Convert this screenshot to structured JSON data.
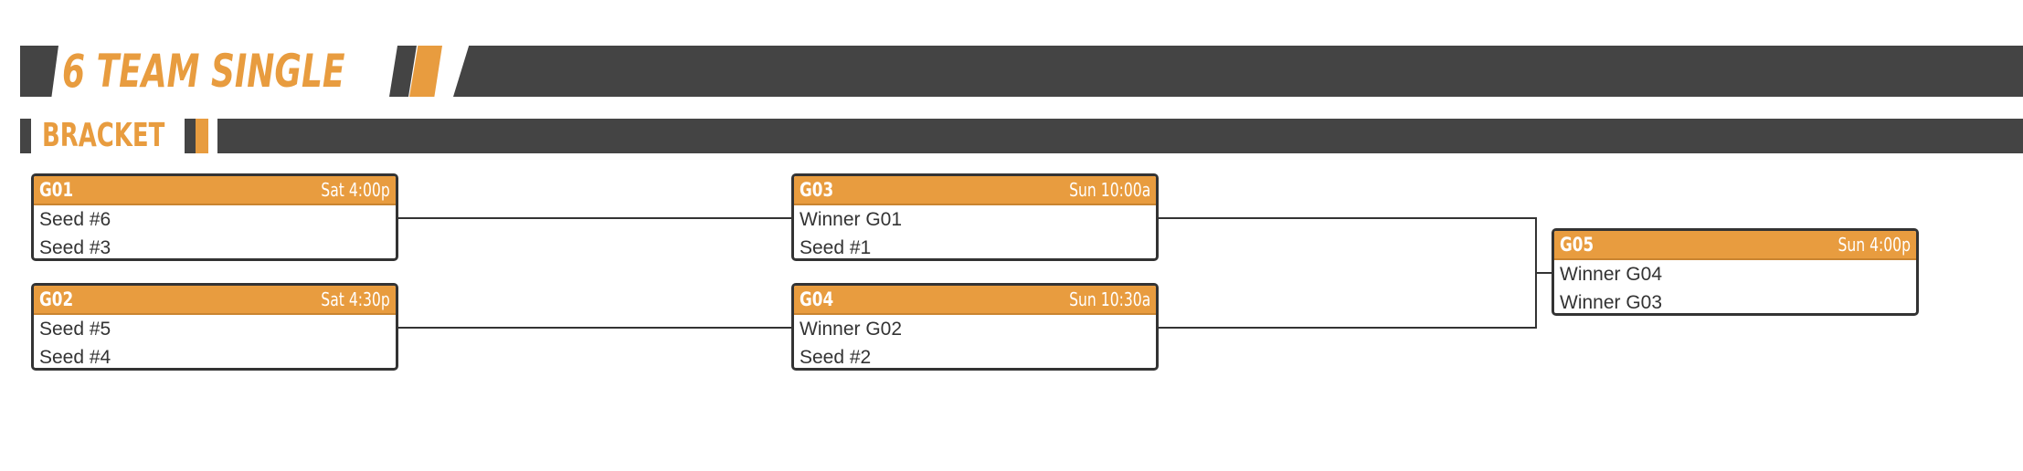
{
  "header": {
    "title": "6 TEAM SINGLE",
    "subtitle": "BRACKET"
  },
  "colors": {
    "accent": "#e89c3f",
    "dark": "#444444",
    "border": "#333333"
  },
  "games": [
    {
      "id": "G01",
      "time": "Sat 4:00p",
      "teams": [
        "Seed #6",
        "Seed #3"
      ]
    },
    {
      "id": "G02",
      "time": "Sat 4:30p",
      "teams": [
        "Seed #5",
        "Seed #4"
      ]
    },
    {
      "id": "G03",
      "time": "Sun 10:00a",
      "teams": [
        "Winner G01",
        "Seed #1"
      ]
    },
    {
      "id": "G04",
      "time": "Sun 10:30a",
      "teams": [
        "Winner G02",
        "Seed #2"
      ]
    },
    {
      "id": "G05",
      "time": "Sun 4:00p",
      "teams": [
        "Winner G04",
        "Winner G03"
      ]
    }
  ]
}
